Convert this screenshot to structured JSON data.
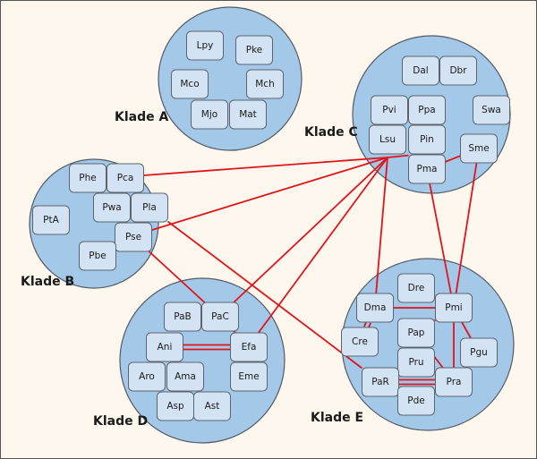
{
  "diagram": {
    "clades": [
      {
        "id": "A",
        "label": "Klade A",
        "nodes": [
          "Lpy",
          "Pke",
          "Mco",
          "Mch",
          "Mjo",
          "Mat"
        ]
      },
      {
        "id": "B",
        "label": "Klade B",
        "nodes": [
          "Phe",
          "Pca",
          "Pwa",
          "Pla",
          "PtA",
          "Pse",
          "Pbe"
        ]
      },
      {
        "id": "C",
        "label": "Klade C",
        "nodes": [
          "Dal",
          "Dbr",
          "Pvi",
          "Ppa",
          "Swa",
          "Lsu",
          "Pin",
          "Sme",
          "Pma"
        ]
      },
      {
        "id": "D",
        "label": "Klade D",
        "nodes": [
          "PaB",
          "PaC",
          "Ani",
          "Efa",
          "Aro",
          "Ama",
          "Eme",
          "Asp",
          "Ast"
        ]
      },
      {
        "id": "E",
        "label": "Klade E",
        "nodes": [
          "Dre",
          "Dma",
          "Pmi",
          "Pap",
          "Cre",
          "Pgu",
          "Pru",
          "PaR",
          "Pra",
          "Pde"
        ]
      }
    ],
    "edges": [
      {
        "from": "Pca",
        "to": "Lsu",
        "type": "single"
      },
      {
        "from": "Pse",
        "to": "Lsu",
        "type": "single"
      },
      {
        "from": "PaC",
        "to": "Lsu",
        "type": "single"
      },
      {
        "from": "Efa",
        "to": "Lsu",
        "type": "single"
      },
      {
        "from": "Dma",
        "to": "Lsu",
        "type": "single"
      },
      {
        "from": "Pma",
        "to": "Lsu",
        "type": "single"
      },
      {
        "from": "Pma",
        "to": "Sme",
        "type": "single"
      },
      {
        "from": "Pma",
        "to": "Pmi",
        "type": "single"
      },
      {
        "from": "Sme",
        "to": "Pmi",
        "type": "single"
      },
      {
        "from": "Pla",
        "to": "PaR",
        "type": "single"
      },
      {
        "from": "Pse",
        "to": "PaC",
        "type": "single"
      },
      {
        "from": "PaC",
        "to": "Efa",
        "type": "single"
      },
      {
        "from": "Ani",
        "to": "Efa",
        "type": "double"
      },
      {
        "from": "Ama",
        "to": "Ast",
        "type": "single"
      },
      {
        "from": "Dma",
        "to": "Pmi",
        "type": "single"
      },
      {
        "from": "Dma",
        "to": "Cre",
        "type": "double"
      },
      {
        "from": "Pmi",
        "to": "Pap",
        "type": "single"
      },
      {
        "from": "Pmi",
        "to": "Pra",
        "type": "single"
      },
      {
        "from": "Pmi",
        "to": "Pgu",
        "type": "single"
      },
      {
        "from": "Pap",
        "to": "Pra",
        "type": "single"
      },
      {
        "from": "Pgu",
        "to": "Pra",
        "type": "single"
      },
      {
        "from": "PaR",
        "to": "Pra",
        "type": "double"
      }
    ]
  }
}
